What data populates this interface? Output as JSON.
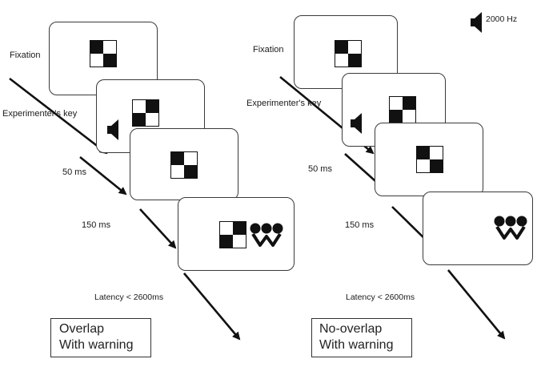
{
  "left_panel": {
    "labels": {
      "fixation": "Fixation",
      "experimenter_key": "Experimenter's key",
      "t50": "50 ms",
      "t150": "150 ms",
      "latency": "Latency < 2600ms"
    },
    "condition": {
      "line1": "Overlap",
      "line2": "With warning"
    }
  },
  "right_panel": {
    "labels": {
      "fixation": "Fixation",
      "experimenter_key": "Experimenter's key",
      "t50": "50 ms",
      "t150": "150 ms",
      "latency": "Latency < 2600ms"
    },
    "condition": {
      "line1": "No-overlap",
      "line2": "With warning"
    },
    "sound": "2000 Hz"
  },
  "icons": [
    "checkerboard-icon",
    "speaker-icon",
    "sweets-icon"
  ]
}
